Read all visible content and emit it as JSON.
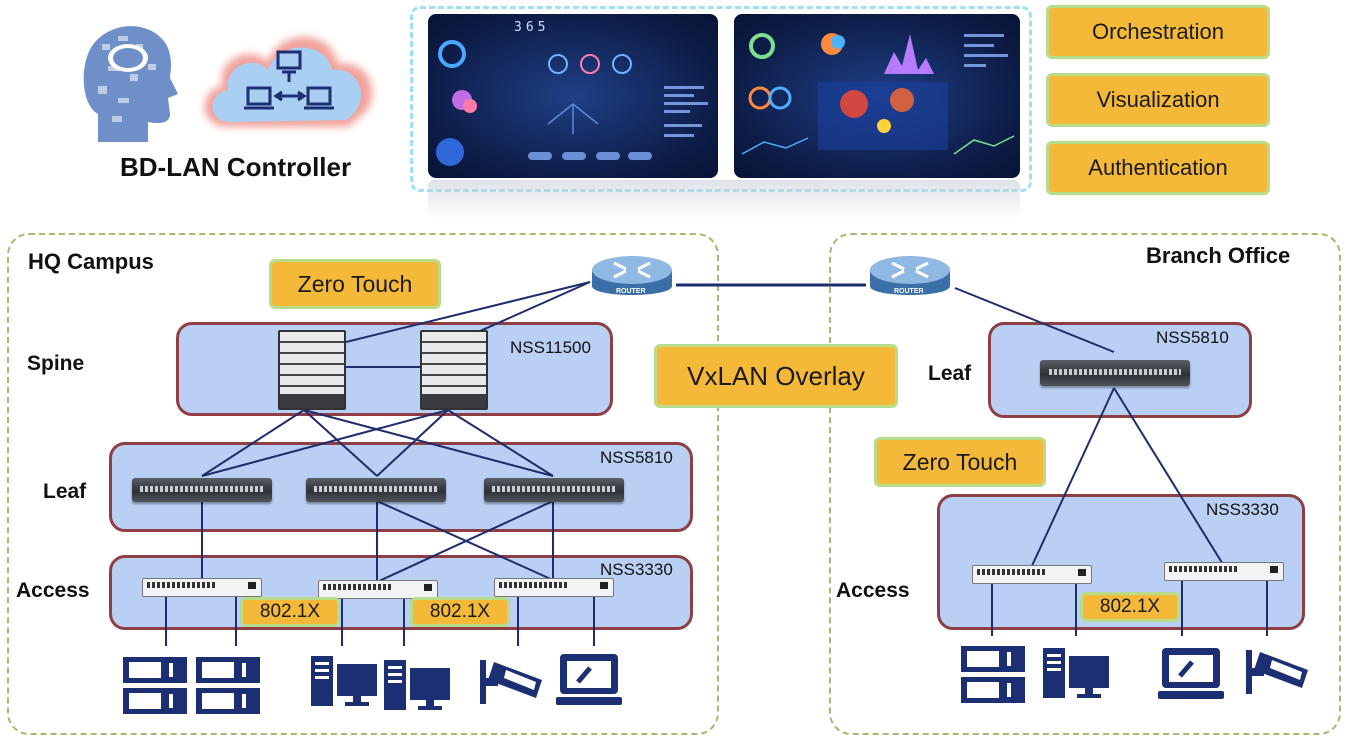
{
  "controller": {
    "label": "BD-LAN Controller"
  },
  "features": {
    "orchestration": "Orchestration",
    "visualization": "Visualization",
    "authentication": "Authentication"
  },
  "dashboard": {
    "counter": "365"
  },
  "hq": {
    "title": "HQ Campus",
    "zero_touch": "Zero Touch",
    "spine_label": "Spine",
    "spine_model": "NSS11500",
    "leaf_label": "Leaf",
    "leaf_model": "NSS5810",
    "access_label": "Access",
    "access_model": "NSS3330",
    "auth_a": "802.1X",
    "auth_b": "802.1X"
  },
  "overlay": {
    "label": "VxLAN Overlay"
  },
  "router": {
    "label": "ROUTER"
  },
  "branch": {
    "title": "Branch Office",
    "leaf_label": "Leaf",
    "leaf_model": "NSS5810",
    "zero_touch": "Zero Touch",
    "access_label": "Access",
    "access_model": "NSS3330",
    "auth": "802.1X"
  },
  "colors": {
    "tier_fill": "#b9cff3",
    "tier_border": "#8f3f44",
    "badge_fill": "#f5b93a",
    "badge_border": "#b9dc8a",
    "link": "#1f2d6b",
    "zone_border": "#a8b870",
    "device": "#1d2f73"
  },
  "icons": [
    "brain-head-icon",
    "cloud-network-icon",
    "router-icon",
    "server-icon",
    "desktop-pc-icon",
    "security-camera-icon",
    "laptop-icon"
  ]
}
